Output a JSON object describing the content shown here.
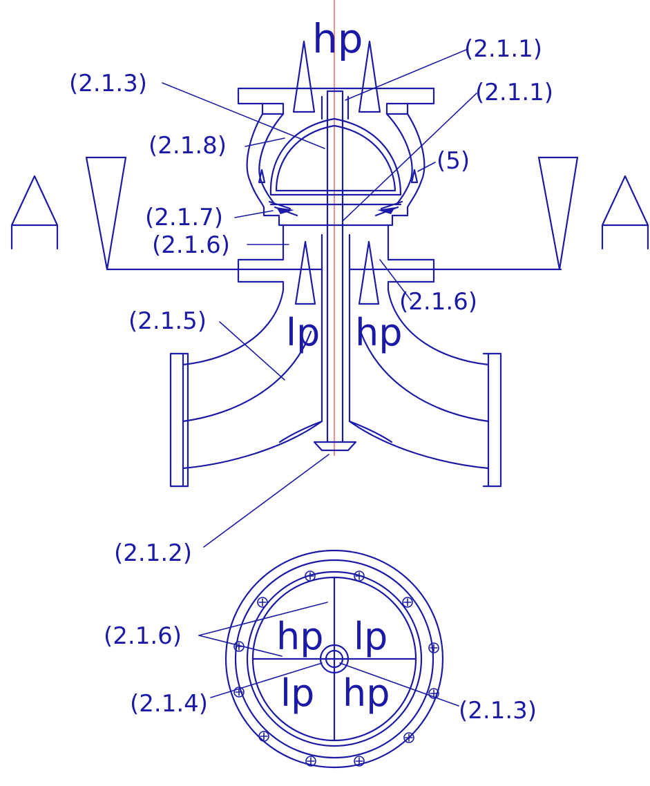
{
  "labels": {
    "l211a": "(2.1.1)",
    "l211b": "(2.1.1)",
    "l213a": "(2.1.3)",
    "l218": "(2.1.8)",
    "l5": "(5)",
    "l217": "(2.1.7)",
    "l216a": "(2.1.6)",
    "l216b": "(2.1.6)",
    "l215": "(2.1.5)",
    "l212": "(2.1.2)",
    "l216c": "(2.1.6)",
    "l214": "(2.1.4)",
    "l213b": "(2.1.3)"
  },
  "pressure": {
    "top": "hp",
    "left_outlet": "lp",
    "right_outlet": "hp",
    "q_tl": "hp",
    "q_tr": "lp",
    "q_bl": "lp",
    "q_br": "hp"
  },
  "colors": {
    "line": "#1a1aa6",
    "centerline": "#cc2222"
  }
}
